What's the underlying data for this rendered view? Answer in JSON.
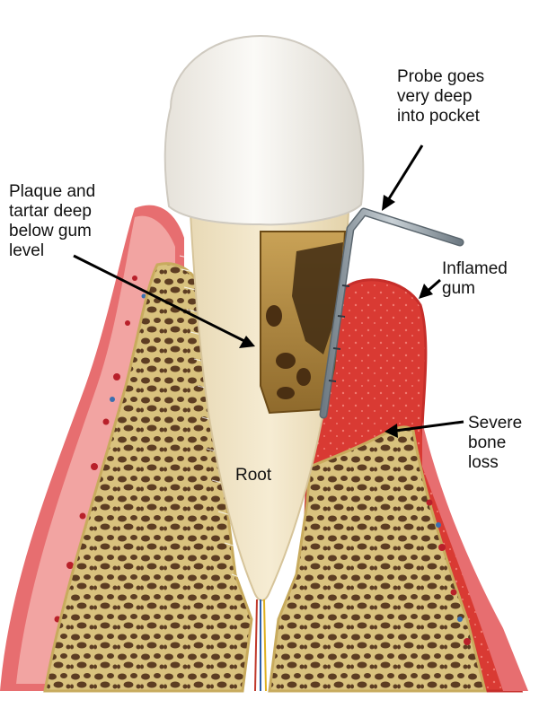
{
  "title": "",
  "labels": {
    "plaque": "Plaque and\ntartar deep\nbelow gum\nlevel",
    "probe": "Probe goes\nvery deep\ninto pocket",
    "inflamed_gum": "Inflamed\ngum",
    "bone_loss": "Severe\nbone\nloss",
    "root": "Root"
  },
  "colors": {
    "gum": "#e05a5e",
    "gum_inflamed": "#d63a34",
    "bone": "#d8c07a",
    "bone_holes": "#5a3b22",
    "tooth": "#f3f0ea",
    "root": "#efe2c4",
    "tartar": "#8a5a1e",
    "probe": "#8e9aa3"
  }
}
